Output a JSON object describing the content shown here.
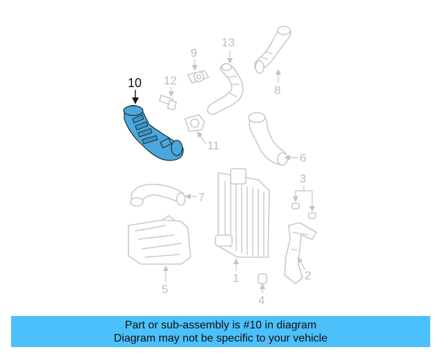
{
  "callouts": {
    "c1": "1",
    "c2": "2",
    "c3": "3",
    "c4": "4",
    "c5": "5",
    "c6": "6",
    "c7": "7",
    "c8": "8",
    "c9": "9",
    "c10": "10",
    "c11": "11",
    "c12": "12",
    "c13": "13"
  },
  "highlighted_part": "10",
  "colors": {
    "highlight": "#4aa8dc",
    "banner": "#4cc0fa",
    "diagram_lines": "#c8c8c8"
  },
  "banner": {
    "line1": "Part or sub-assembly is #10 in diagram",
    "line2": "Diagram may not be specific to your vehicle"
  }
}
